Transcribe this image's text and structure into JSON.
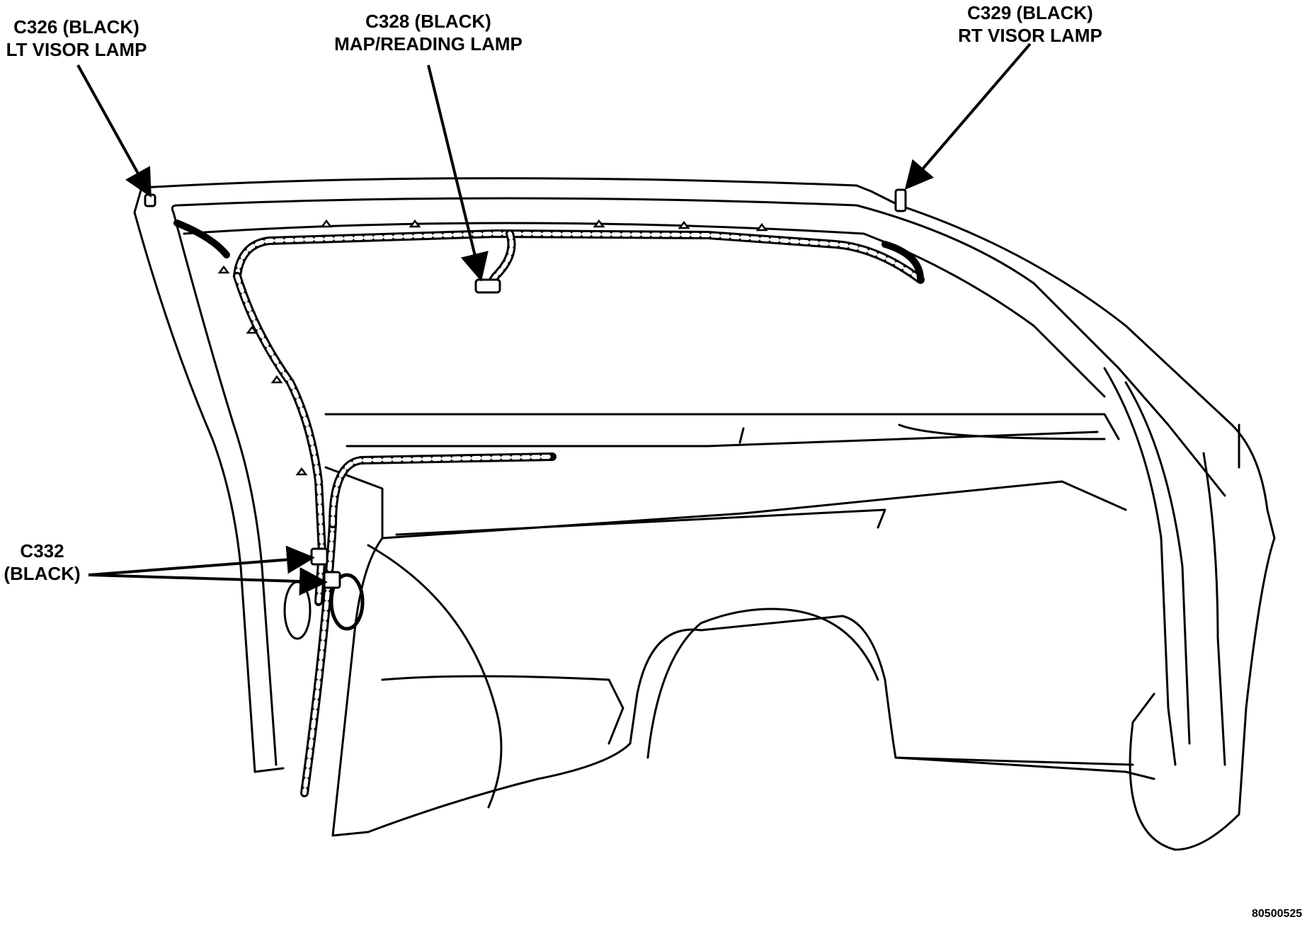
{
  "callouts": [
    {
      "id": "c326",
      "line1": "C326 (BLACK)",
      "line2": "LT VISOR LAMP"
    },
    {
      "id": "c328",
      "line1": "C328 (BLACK)",
      "line2": "MAP/READING LAMP"
    },
    {
      "id": "c329",
      "line1": "C329 (BLACK)",
      "line2": "RT VISOR LAMP"
    },
    {
      "id": "c332",
      "line1": "C332",
      "line2": "(BLACK)"
    }
  ],
  "figure_id": "80500525"
}
